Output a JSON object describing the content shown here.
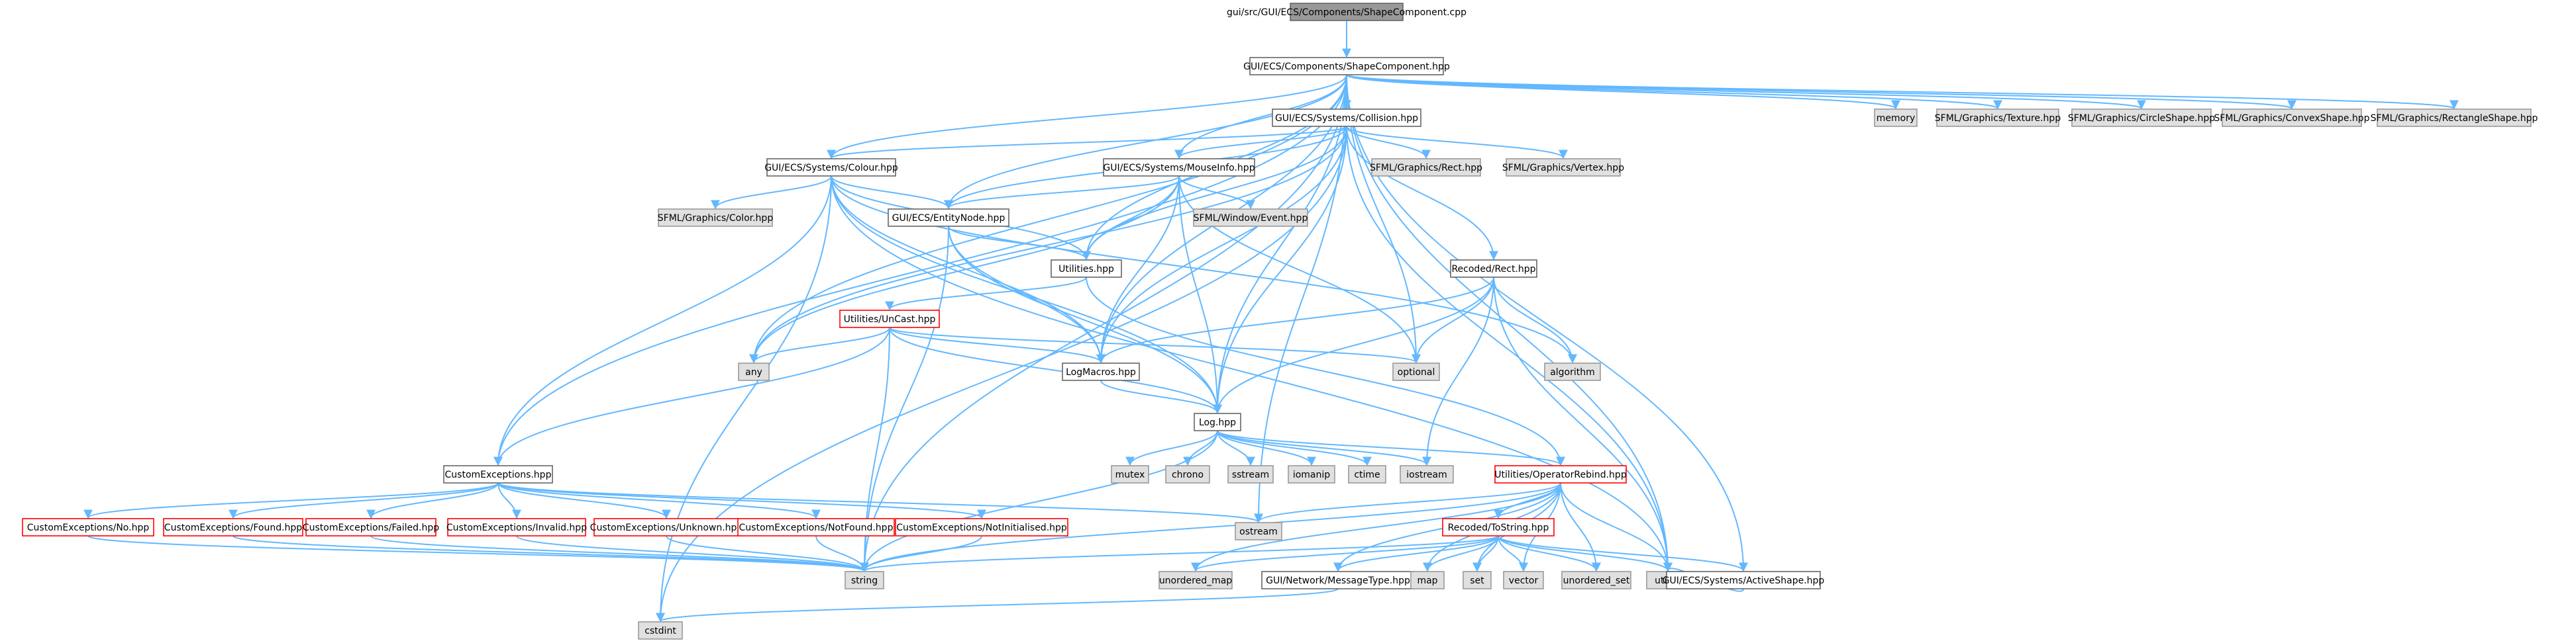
{
  "colors": {
    "edge": "#63b8ff",
    "root_fill": "#999999",
    "root_border": "#666666",
    "doc_fill": "#ffffff",
    "doc_border": "#666666",
    "ext_fill": "#e0e0e0",
    "ext_border": "#999999",
    "incomplete_border": "#ff0000"
  },
  "nodes": [
    {
      "id": "root",
      "label": "gui/src/GUI/ECS/Components/ShapeComponent.cpp",
      "kind": "root"
    },
    {
      "id": "shapehpp",
      "label": "GUI/ECS/Components/ShapeComponent.hpp",
      "kind": "doc"
    },
    {
      "id": "collision",
      "label": "GUI/ECS/Systems/Collision.hpp",
      "kind": "doc"
    },
    {
      "id": "memory",
      "label": "memory",
      "kind": "ext"
    },
    {
      "id": "sftexture",
      "label": "SFML/Graphics/Texture.hpp",
      "kind": "ext"
    },
    {
      "id": "sfcircle",
      "label": "SFML/Graphics/CircleShape.hpp",
      "kind": "ext"
    },
    {
      "id": "sfconvex",
      "label": "SFML/Graphics/ConvexShape.hpp",
      "kind": "ext"
    },
    {
      "id": "sfrectshape",
      "label": "SFML/Graphics/RectangleShape.hpp",
      "kind": "ext"
    },
    {
      "id": "colour",
      "label": "GUI/ECS/Systems/Colour.hpp",
      "kind": "doc"
    },
    {
      "id": "mouseinfo",
      "label": "GUI/ECS/Systems/MouseInfo.hpp",
      "kind": "doc"
    },
    {
      "id": "sfrect",
      "label": "SFML/Graphics/Rect.hpp",
      "kind": "ext"
    },
    {
      "id": "sfvertex",
      "label": "SFML/Graphics/Vertex.hpp",
      "kind": "ext"
    },
    {
      "id": "sfcolor",
      "label": "SFML/Graphics/Color.hpp",
      "kind": "ext"
    },
    {
      "id": "entitynode",
      "label": "GUI/ECS/EntityNode.hpp",
      "kind": "doc"
    },
    {
      "id": "sfevent",
      "label": "SFML/Window/Event.hpp",
      "kind": "ext"
    },
    {
      "id": "utilities",
      "label": "Utilities.hpp",
      "kind": "doc"
    },
    {
      "id": "unicast",
      "label": "Utilities/UnCast.hpp",
      "kind": "incomplete"
    },
    {
      "id": "recodedrect",
      "label": "Recoded/Rect.hpp",
      "kind": "doc"
    },
    {
      "id": "any",
      "label": "any",
      "kind": "ext"
    },
    {
      "id": "logmacros",
      "label": "LogMacros.hpp",
      "kind": "doc"
    },
    {
      "id": "optional",
      "label": "optional",
      "kind": "ext"
    },
    {
      "id": "algorithm",
      "label": "algorithm",
      "kind": "ext"
    },
    {
      "id": "loghpp",
      "label": "Log.hpp",
      "kind": "doc"
    },
    {
      "id": "customexc",
      "label": "CustomExceptions.hpp",
      "kind": "doc"
    },
    {
      "id": "mutex",
      "label": "mutex",
      "kind": "ext"
    },
    {
      "id": "chrono",
      "label": "chrono",
      "kind": "ext"
    },
    {
      "id": "sstream",
      "label": "sstream",
      "kind": "ext"
    },
    {
      "id": "iomanip",
      "label": "iomanip",
      "kind": "ext"
    },
    {
      "id": "ctime",
      "label": "ctime",
      "kind": "ext"
    },
    {
      "id": "iostream",
      "label": "iostream",
      "kind": "ext"
    },
    {
      "id": "oprebind",
      "label": "Utilities/OperatorRebind.hpp",
      "kind": "incomplete"
    },
    {
      "id": "exno",
      "label": "CustomExceptions/No.hpp",
      "kind": "incomplete"
    },
    {
      "id": "exfound",
      "label": "CustomExceptions/Found.hpp",
      "kind": "incomplete"
    },
    {
      "id": "exfailed",
      "label": "CustomExceptions/Failed.hpp",
      "kind": "incomplete"
    },
    {
      "id": "exinvalid",
      "label": "CustomExceptions/Invalid.hpp",
      "kind": "incomplete"
    },
    {
      "id": "exunknown",
      "label": "CustomExceptions/Unknown.hpp",
      "kind": "incomplete"
    },
    {
      "id": "exnotfound",
      "label": "CustomExceptions/NotFound.hpp",
      "kind": "incomplete"
    },
    {
      "id": "exnotinit",
      "label": "CustomExceptions/NotInitialised.hpp",
      "kind": "incomplete"
    },
    {
      "id": "ostream",
      "label": "ostream",
      "kind": "ext"
    },
    {
      "id": "recodedtostring",
      "label": "Recoded/ToString.hpp",
      "kind": "incomplete"
    },
    {
      "id": "string",
      "label": "string",
      "kind": "ext"
    },
    {
      "id": "unordered_map",
      "label": "unordered_map",
      "kind": "ext"
    },
    {
      "id": "msgtype",
      "label": "GUI/Network/MessageType.hpp",
      "kind": "doc"
    },
    {
      "id": "map",
      "label": "map",
      "kind": "ext"
    },
    {
      "id": "set",
      "label": "set",
      "kind": "ext"
    },
    {
      "id": "vector",
      "label": "vector",
      "kind": "ext"
    },
    {
      "id": "unordered_set",
      "label": "unordered_set",
      "kind": "ext"
    },
    {
      "id": "utility",
      "label": "utility",
      "kind": "ext"
    },
    {
      "id": "activeshape",
      "label": "GUI/ECS/Systems/ActiveShape.hpp",
      "kind": "doc"
    },
    {
      "id": "cstdint",
      "label": "cstdint",
      "kind": "ext"
    }
  ],
  "edges": [
    [
      "root",
      "shapehpp"
    ],
    [
      "shapehpp",
      "collision"
    ],
    [
      "shapehpp",
      "memory"
    ],
    [
      "shapehpp",
      "sftexture"
    ],
    [
      "shapehpp",
      "sfcircle"
    ],
    [
      "shapehpp",
      "sfconvex"
    ],
    [
      "shapehpp",
      "sfrectshape"
    ],
    [
      "shapehpp",
      "colour"
    ],
    [
      "shapehpp",
      "mouseinfo"
    ],
    [
      "shapehpp",
      "entitynode"
    ],
    [
      "shapehpp",
      "utilities"
    ],
    [
      "shapehpp",
      "logmacros"
    ],
    [
      "shapehpp",
      "loghpp"
    ],
    [
      "shapehpp",
      "customexc"
    ],
    [
      "shapehpp",
      "any"
    ],
    [
      "shapehpp",
      "optional"
    ],
    [
      "shapehpp",
      "string"
    ],
    [
      "shapehpp",
      "utility"
    ],
    [
      "shapehpp",
      "activeshape"
    ],
    [
      "shapehpp",
      "ostream"
    ],
    [
      "collision",
      "sfrect"
    ],
    [
      "collision",
      "sfvertex"
    ],
    [
      "collision",
      "mouseinfo"
    ],
    [
      "collision",
      "colour"
    ],
    [
      "collision",
      "entitynode"
    ],
    [
      "collision",
      "utilities"
    ],
    [
      "collision",
      "recodedrect"
    ],
    [
      "collision",
      "logmacros"
    ],
    [
      "collision",
      "loghpp"
    ],
    [
      "collision",
      "utility"
    ],
    [
      "collision",
      "cstdint"
    ],
    [
      "collision",
      "any"
    ],
    [
      "colour",
      "sfcolor"
    ],
    [
      "colour",
      "entitynode"
    ],
    [
      "colour",
      "utilities"
    ],
    [
      "colour",
      "logmacros"
    ],
    [
      "colour",
      "loghpp"
    ],
    [
      "colour",
      "customexc"
    ],
    [
      "colour",
      "cstdint"
    ],
    [
      "colour",
      "utility"
    ],
    [
      "colour",
      "algorithm"
    ],
    [
      "mouseinfo",
      "sfevent"
    ],
    [
      "mouseinfo",
      "entitynode"
    ],
    [
      "mouseinfo",
      "utilities"
    ],
    [
      "mouseinfo",
      "logmacros"
    ],
    [
      "mouseinfo",
      "loghpp"
    ],
    [
      "mouseinfo",
      "optional"
    ],
    [
      "mouseinfo",
      "any"
    ],
    [
      "entitynode",
      "utilities"
    ],
    [
      "entitynode",
      "logmacros"
    ],
    [
      "entitynode",
      "loghpp"
    ],
    [
      "entitynode",
      "string"
    ],
    [
      "utilities",
      "unicast"
    ],
    [
      "utilities",
      "oprebind"
    ],
    [
      "unicast",
      "any"
    ],
    [
      "unicast",
      "optional"
    ],
    [
      "unicast",
      "logmacros"
    ],
    [
      "unicast",
      "loghpp"
    ],
    [
      "unicast",
      "customexc"
    ],
    [
      "unicast",
      "string"
    ],
    [
      "recodedrect",
      "optional"
    ],
    [
      "recodedrect",
      "algorithm"
    ],
    [
      "recodedrect",
      "logmacros"
    ],
    [
      "recodedrect",
      "loghpp"
    ],
    [
      "recodedrect",
      "iostream"
    ],
    [
      "recodedrect",
      "utility"
    ],
    [
      "logmacros",
      "loghpp"
    ],
    [
      "loghpp",
      "mutex"
    ],
    [
      "loghpp",
      "chrono"
    ],
    [
      "loghpp",
      "sstream"
    ],
    [
      "loghpp",
      "iomanip"
    ],
    [
      "loghpp",
      "ctime"
    ],
    [
      "loghpp",
      "iostream"
    ],
    [
      "loghpp",
      "string"
    ],
    [
      "loghpp",
      "oprebind"
    ],
    [
      "customexc",
      "exno"
    ],
    [
      "customexc",
      "exfound"
    ],
    [
      "customexc",
      "exfailed"
    ],
    [
      "customexc",
      "exinvalid"
    ],
    [
      "customexc",
      "exunknown"
    ],
    [
      "customexc",
      "exnotfound"
    ],
    [
      "customexc",
      "exnotinit"
    ],
    [
      "customexc",
      "ostream"
    ],
    [
      "exno",
      "string"
    ],
    [
      "exfound",
      "string"
    ],
    [
      "exfailed",
      "string"
    ],
    [
      "exinvalid",
      "string"
    ],
    [
      "exunknown",
      "string"
    ],
    [
      "exnotfound",
      "string"
    ],
    [
      "exnotinit",
      "string"
    ],
    [
      "oprebind",
      "ostream"
    ],
    [
      "oprebind",
      "recodedtostring"
    ],
    [
      "oprebind",
      "string"
    ],
    [
      "oprebind",
      "unordered_map"
    ],
    [
      "oprebind",
      "map"
    ],
    [
      "oprebind",
      "set"
    ],
    [
      "oprebind",
      "vector"
    ],
    [
      "oprebind",
      "unordered_set"
    ],
    [
      "oprebind",
      "utility"
    ],
    [
      "oprebind",
      "msgtype"
    ],
    [
      "recodedtostring",
      "string"
    ],
    [
      "recodedtostring",
      "unordered_map"
    ],
    [
      "recodedtostring",
      "map"
    ],
    [
      "recodedtostring",
      "set"
    ],
    [
      "recodedtostring",
      "vector"
    ],
    [
      "recodedtostring",
      "unordered_set"
    ],
    [
      "recodedtostring",
      "utility"
    ],
    [
      "recodedtostring",
      "msgtype"
    ],
    [
      "recodedtostring",
      "activeshape"
    ],
    [
      "msgtype",
      "cstdint"
    ],
    [
      "activeshape",
      "utility"
    ]
  ]
}
